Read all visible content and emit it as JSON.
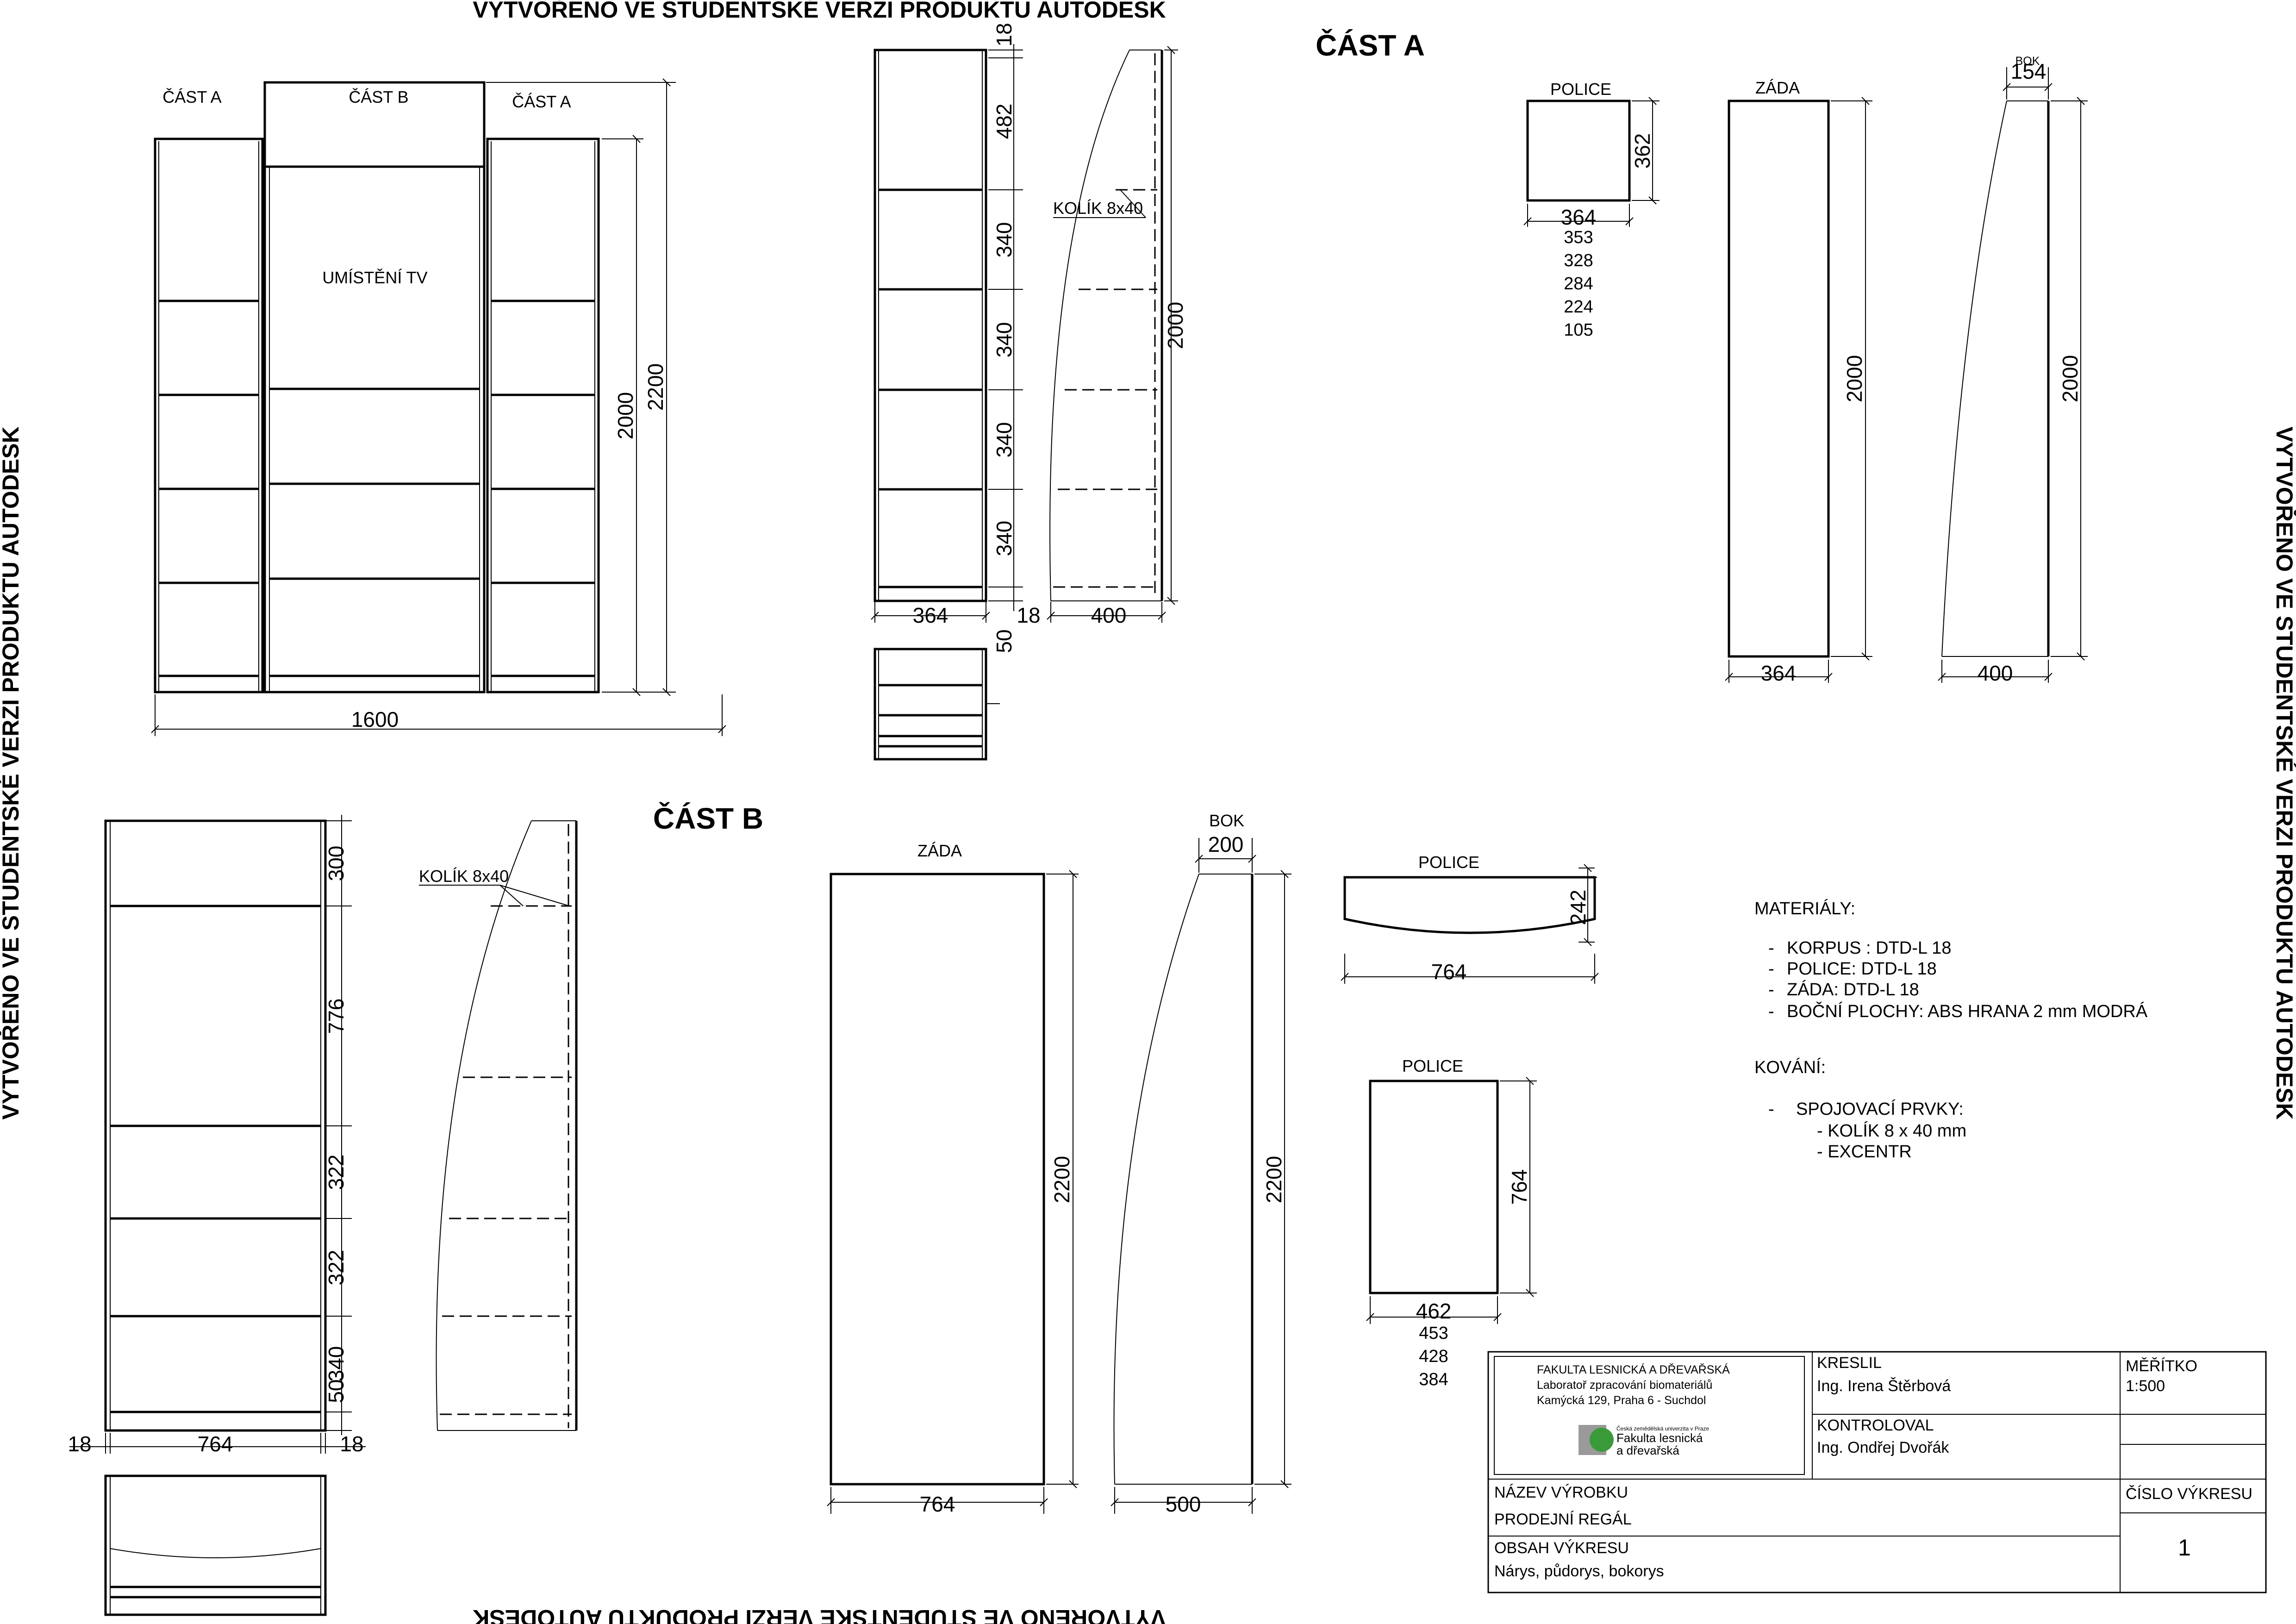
{
  "watermark": "VYTVOŘENO VE STUDENTSKÉ VERZI PRODUKTU AUTODESK",
  "sections": {
    "a_title": "ČÁST A",
    "b_title": "ČÁST B"
  },
  "labels": {
    "cast_a": "ČÁST A",
    "cast_b": "ČÁST B",
    "tv_place": "UMÍSTĚNÍ TV",
    "police": "POLICE",
    "zada": "ZÁDA",
    "bok": "BOK",
    "kolik": "KOLÍK 8x40"
  },
  "dimensions": {
    "front_width": "1600",
    "front_h_2000": "2000",
    "front_h_2200": "2200",
    "a_top": "18",
    "a_shelf1": "482",
    "a_shelf2": "340",
    "a_shelf3": "340",
    "a_shelf4": "340",
    "a_shelf5": "340",
    "a_bottom": "50",
    "a_depth": "364",
    "a_gap": "18",
    "a_side_depth": "400",
    "a_side_height": "2000",
    "a_police_w": "364",
    "a_police_h": "362",
    "a_police_list": [
      "353",
      "328",
      "284",
      "224",
      "105"
    ],
    "a_zada_w": "364",
    "a_zada_h": "2000",
    "a_bok_top": "154",
    "a_bok_w": "400",
    "a_bok_h": "2000",
    "b_shelf1": "300",
    "b_shelf2": "776",
    "b_shelf3": "322",
    "b_shelf4": "322",
    "b_shelf5": "340",
    "b_bottom": "50",
    "b_left": "18",
    "b_width": "764",
    "b_right": "18",
    "b_zada_w": "764",
    "b_zada_h": "2200",
    "b_bok_top": "200",
    "b_bok_w": "500",
    "b_bok_h": "2200",
    "b_police1_w": "764",
    "b_police1_h": "242",
    "b_police2_w": "462",
    "b_police2_h": "764",
    "b_police2_list": [
      "453",
      "428",
      "384"
    ]
  },
  "materials": {
    "heading": "MATERIÁLY:",
    "items": [
      "KORPUS : DTD-L 18",
      "POLICE: DTD-L 18",
      "ZÁDA: DTD-L 18",
      "BOČNÍ PLOCHY: ABS HRANA 2 mm MODRÁ"
    ],
    "bullet": "-",
    "hardware_heading": "KOVÁNÍ:",
    "hardware_item": "SPOJOVACÍ PRVKY:",
    "hardware_subitems": [
      "- KOLÍK 8 x 40 mm",
      "- EXCENTR"
    ]
  },
  "title_block": {
    "faculty": "FAKULTA LESNICKÁ A DŘEVAŘSKÁ",
    "lab": "Laboratoř zpracování biomateriálů",
    "address": "Kamýcká 129, Praha 6 - Suchdol",
    "logo_line1": "Česká zemědělská univerzita v Praze",
    "logo_line2": "Fakulta lesnická",
    "logo_line3": "a dřevařská",
    "kreslil_label": "KRESLIL",
    "kreslil": "Ing. Irena Štěrbová",
    "kontroloval_label": "KONTROLOVAL",
    "kontroloval": "Ing. Ondřej Dvořák",
    "meritko_label": "MĚŘÍTKO",
    "meritko": "1:500",
    "nazev_label": "NÁZEV  VÝROBKU",
    "nazev": "PRODEJNÍ REGÁL",
    "cislo_label": "ČÍSLO VÝKRESU",
    "cislo": "1",
    "obsah_label": "OBSAH VÝKRESU",
    "obsah": "Nárys, půdorys, bokorys"
  },
  "colors": {
    "line": "#000000",
    "logo_green": "#3a9a3a",
    "logo_gray": "#9a9a9a"
  }
}
